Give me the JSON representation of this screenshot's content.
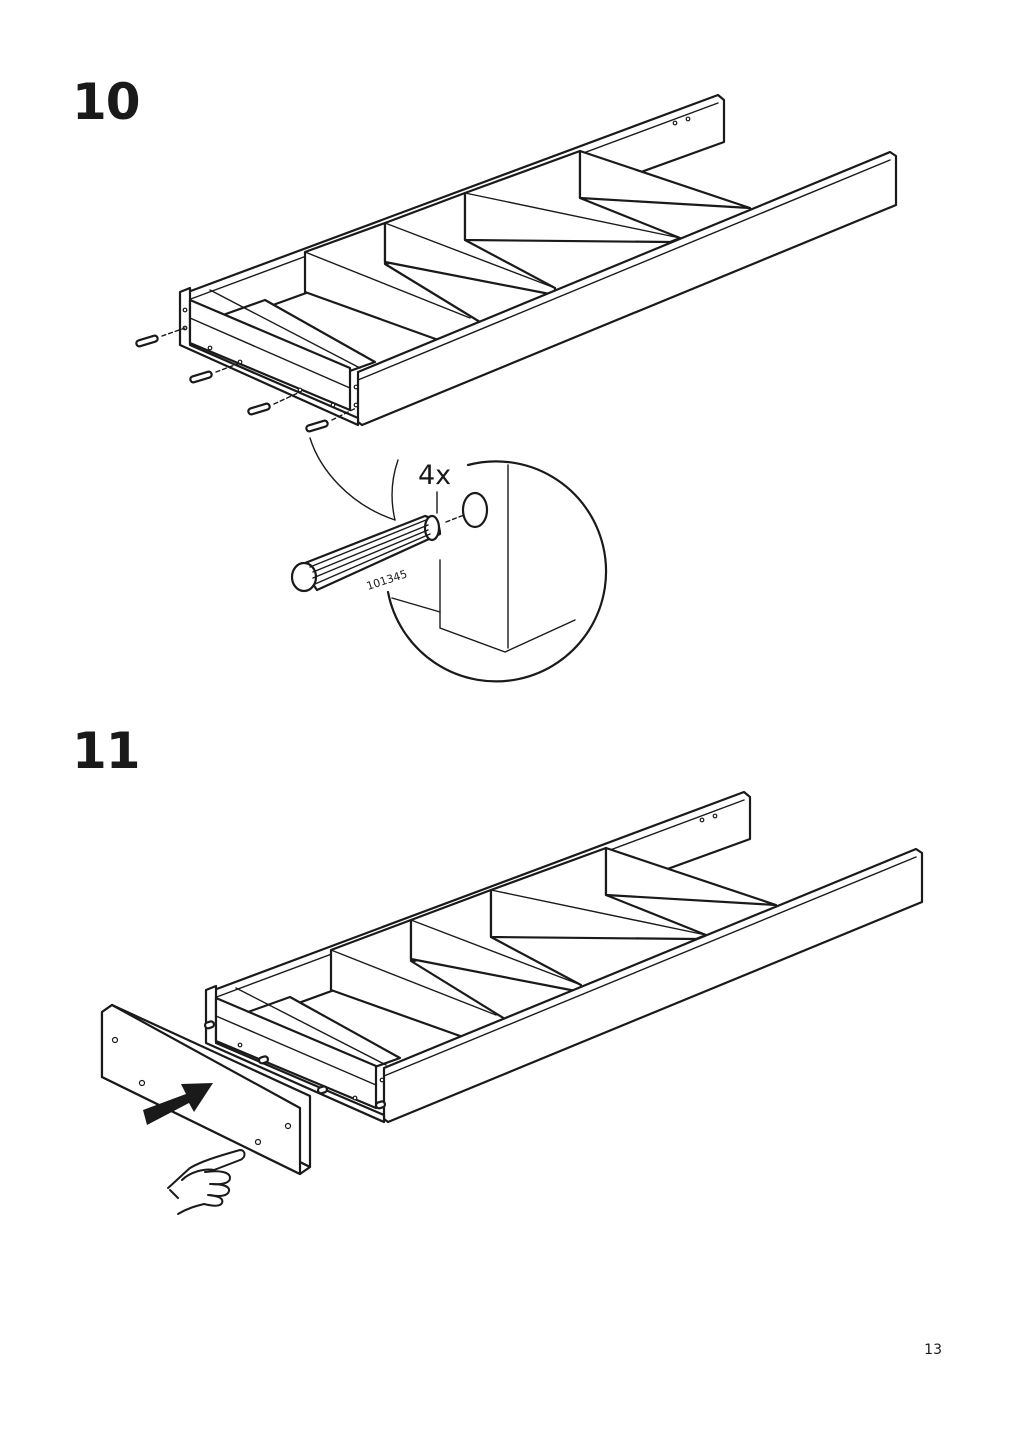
{
  "steps": [
    {
      "number": "10",
      "detail": {
        "quantity": "4x",
        "part_number": "101345"
      }
    },
    {
      "number": "11"
    }
  ],
  "page_number": "13",
  "icons": [
    "dowel-icon",
    "push-arrow-icon",
    "pointing-hand-icon"
  ]
}
